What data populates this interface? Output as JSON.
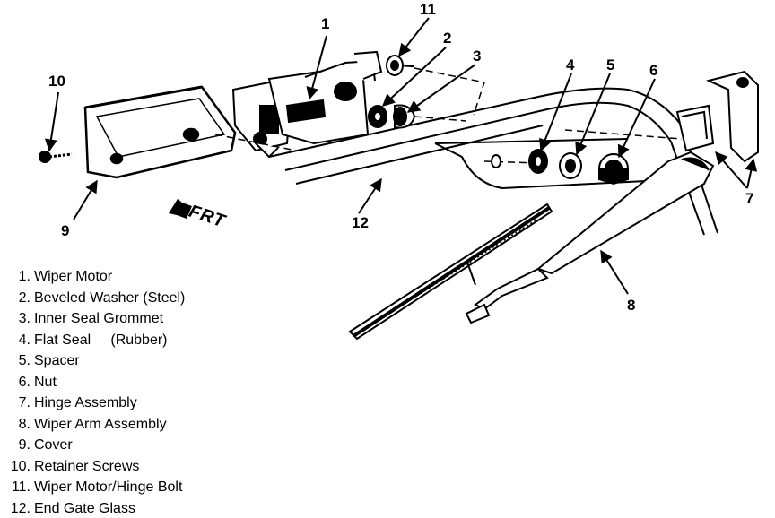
{
  "callouts": {
    "c1": "1",
    "c2": "2",
    "c3": "3",
    "c4": "4",
    "c5": "5",
    "c6": "6",
    "c7": "7",
    "c8": "8",
    "c9": "9",
    "c10": "10",
    "c11": "11",
    "c12": "12"
  },
  "direction_label": "FRT",
  "legend": [
    {
      "num": "1.",
      "label": "Wiper Motor"
    },
    {
      "num": "2.",
      "label": "Beveled Washer (Steel)"
    },
    {
      "num": "3.",
      "label": "Inner Seal Grommet"
    },
    {
      "num": "4.",
      "label": "Flat Seal     (Rubber)"
    },
    {
      "num": "5.",
      "label": "Spacer"
    },
    {
      "num": "6.",
      "label": "Nut"
    },
    {
      "num": "7.",
      "label": "Hinge Assembly"
    },
    {
      "num": "8.",
      "label": "Wiper Arm Assembly"
    },
    {
      "num": "9.",
      "label": "Cover"
    },
    {
      "num": "10.",
      "label": "Retainer Screws"
    },
    {
      "num": "11.",
      "label": "Wiper Motor/Hinge Bolt"
    },
    {
      "num": "12.",
      "label": "End Gate Glass"
    }
  ]
}
